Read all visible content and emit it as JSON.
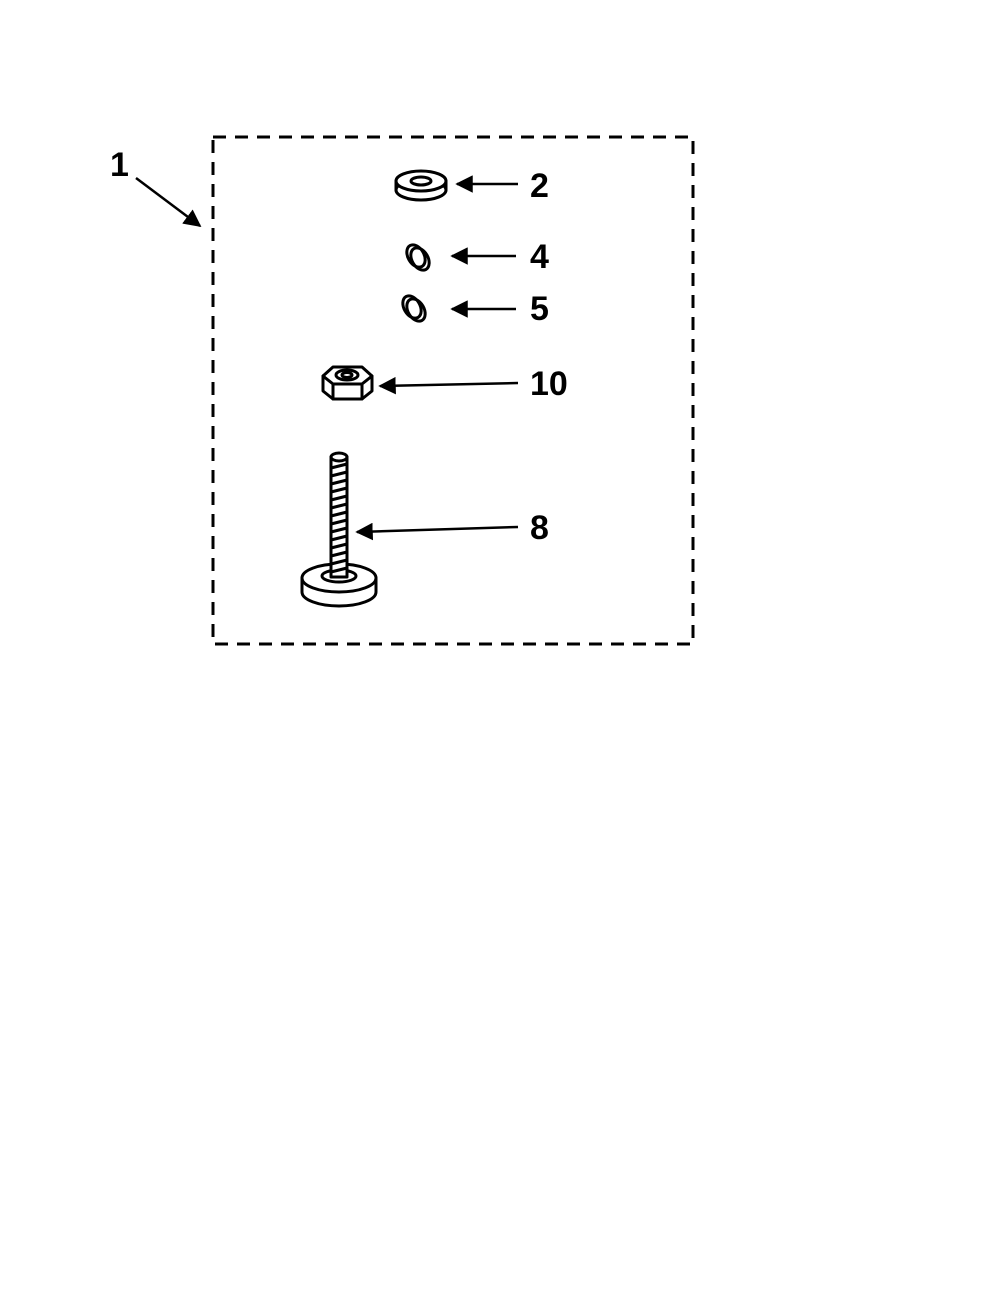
{
  "diagram": {
    "kit_callout": "1",
    "parts": [
      {
        "id": "washer",
        "callout": "2",
        "icon": "flat-washer-icon"
      },
      {
        "id": "ring-a",
        "callout": "4",
        "icon": "split-ring-icon"
      },
      {
        "id": "ring-b",
        "callout": "5",
        "icon": "split-ring-icon"
      },
      {
        "id": "hex-nut",
        "callout": "10",
        "icon": "hex-nut-icon"
      },
      {
        "id": "leveling-leg",
        "callout": "8",
        "icon": "leveling-leg-icon"
      }
    ]
  }
}
